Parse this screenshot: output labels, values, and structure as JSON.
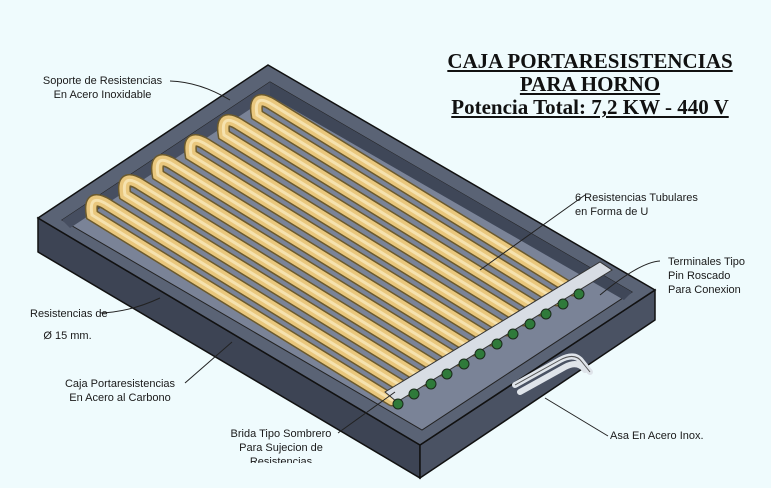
{
  "title": {
    "line1": "CAJA PORTARESISTENCIAS",
    "line2": "PARA HORNO",
    "line3": "Potencia Total: 7,2 KW - 440 V"
  },
  "labels": {
    "soporte": [
      "Soporte de Resistencias",
      "En Acero Inoxidable"
    ],
    "resistencias_u": [
      "6 Resistencias Tubulares",
      "en Forma de U"
    ],
    "terminales": [
      "Terminales Tipo",
      "Pin Roscado",
      "Para Conexion"
    ],
    "diametro": [
      "Resistencias de",
      "Ø 15 mm."
    ],
    "caja": [
      "Caja Portaresistencias",
      "En Acero al Carbono"
    ],
    "brida": [
      "Brida Tipo Sombrero",
      "Para Sujecion de",
      "Resistencias"
    ],
    "asa": [
      "Asa En Acero Inox."
    ]
  },
  "colors": {
    "background": "#effbfd",
    "tray": "#4a5263",
    "tray_inner": "#6c7588",
    "tube": "#e9c77d",
    "terminal": "#2f7a3a"
  },
  "resistor_count": 6
}
